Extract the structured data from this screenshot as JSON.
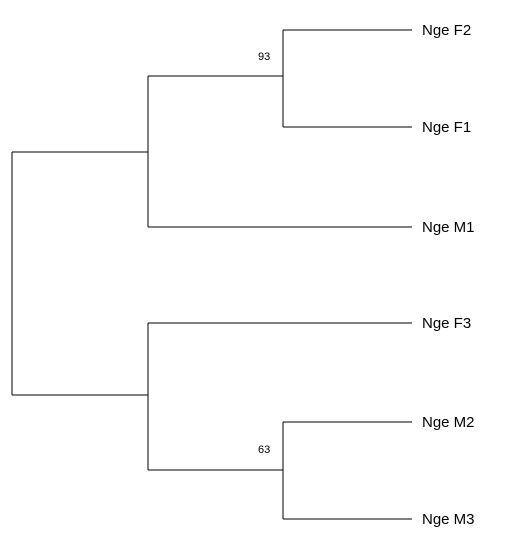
{
  "tree": {
    "leaves": [
      {
        "id": "f2",
        "label": "Nge F2"
      },
      {
        "id": "f1",
        "label": "Nge F1"
      },
      {
        "id": "m1",
        "label": "Nge M1"
      },
      {
        "id": "f3",
        "label": "Nge F3"
      },
      {
        "id": "m2",
        "label": "Nge M2"
      },
      {
        "id": "m3",
        "label": "Nge M3"
      }
    ],
    "bootstrap": {
      "clade_f2_f1": "93",
      "clade_m2_m3": "63"
    }
  }
}
